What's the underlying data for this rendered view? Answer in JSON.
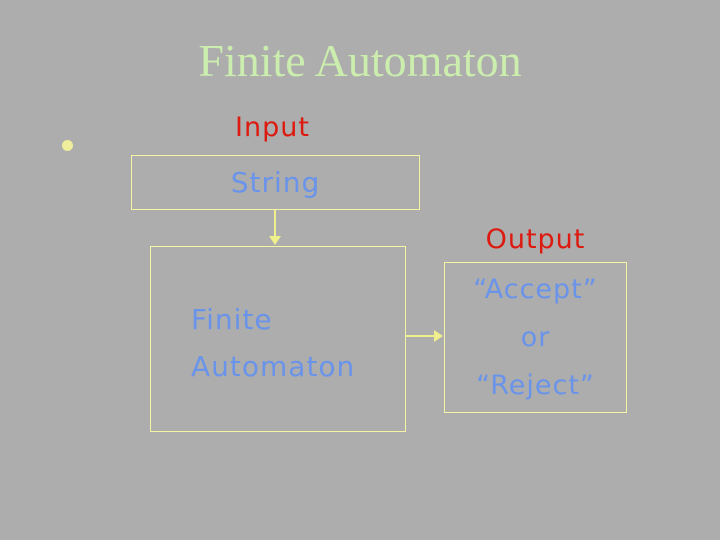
{
  "slide": {
    "title": "Finite Automaton",
    "diagram": {
      "input_label": "Input",
      "string_box_label": "String",
      "fa_box": {
        "line1": "Finite",
        "line2": "Automaton"
      },
      "output_label": "Output",
      "output_box": {
        "line1": "“Accept”",
        "line2": "or",
        "line3": "“Reject”"
      }
    },
    "colors": {
      "background": "#ADADAD",
      "title_green": "#CBEDAD",
      "label_red": "#DD1A10",
      "text_blue": "#6A93EA",
      "box_border_yellow": "#F4F4A4",
      "arrow_yellow": "#EFEF8C",
      "bullet_yellow": "#F0EE9C"
    }
  }
}
